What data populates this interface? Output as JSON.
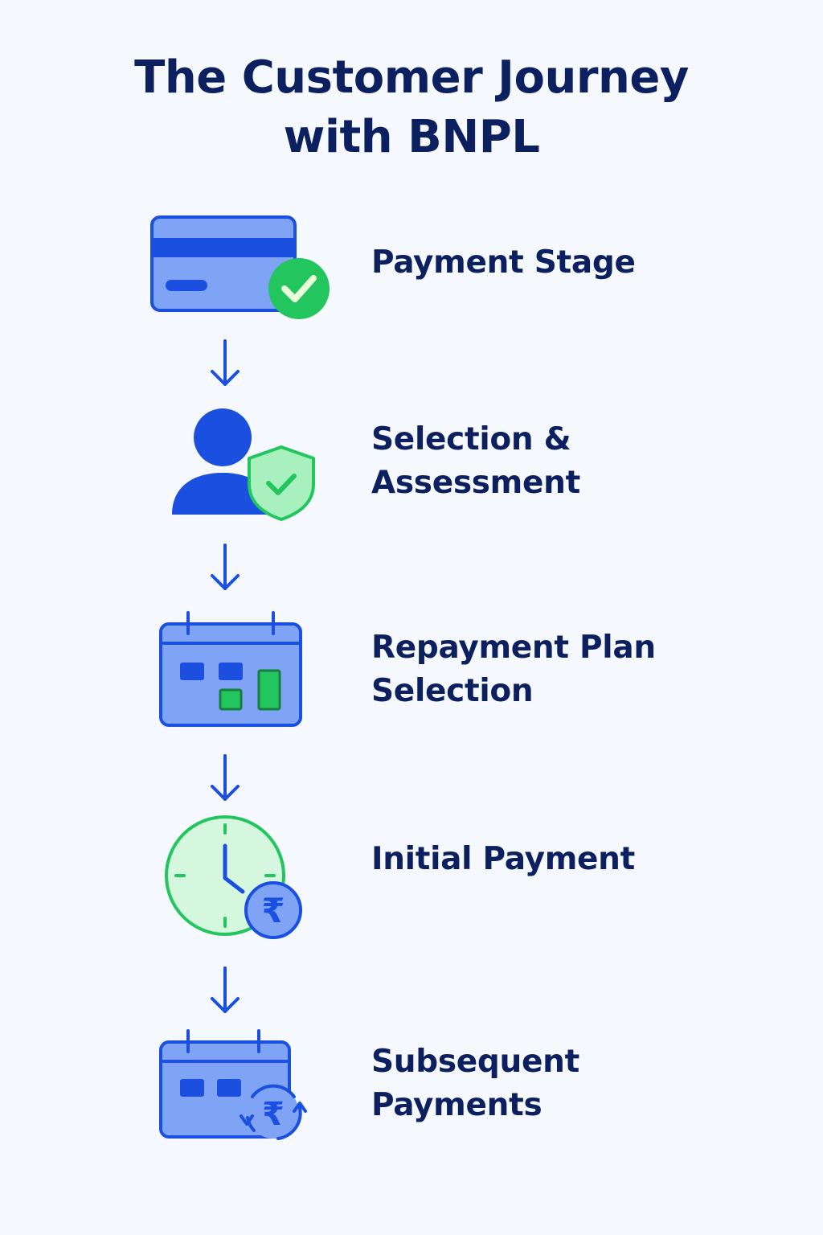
{
  "title": {
    "line1": "The Customer Journey",
    "line2": "with BNPL"
  },
  "colors": {
    "title_text": "#0c1f5e",
    "primary_blue": "#1a4fe0",
    "light_blue": "#7fa4f5",
    "green": "#22c55e",
    "light_green": "#c9f7d6",
    "background": "#f5f9fd"
  },
  "steps": [
    {
      "icon": "credit-card-check-icon",
      "lines": [
        "Payment Stage"
      ]
    },
    {
      "icon": "user-shield-icon",
      "lines": [
        "Selection &",
        "Assessment"
      ]
    },
    {
      "icon": "calendar-plan-icon",
      "lines": [
        "Repayment Plan",
        "Selection"
      ]
    },
    {
      "icon": "clock-rupee-icon",
      "lines": [
        "Initial Payment"
      ]
    },
    {
      "icon": "calendar-rupee-cycle-icon",
      "lines": [
        "Subsequent",
        "Payments"
      ]
    }
  ]
}
